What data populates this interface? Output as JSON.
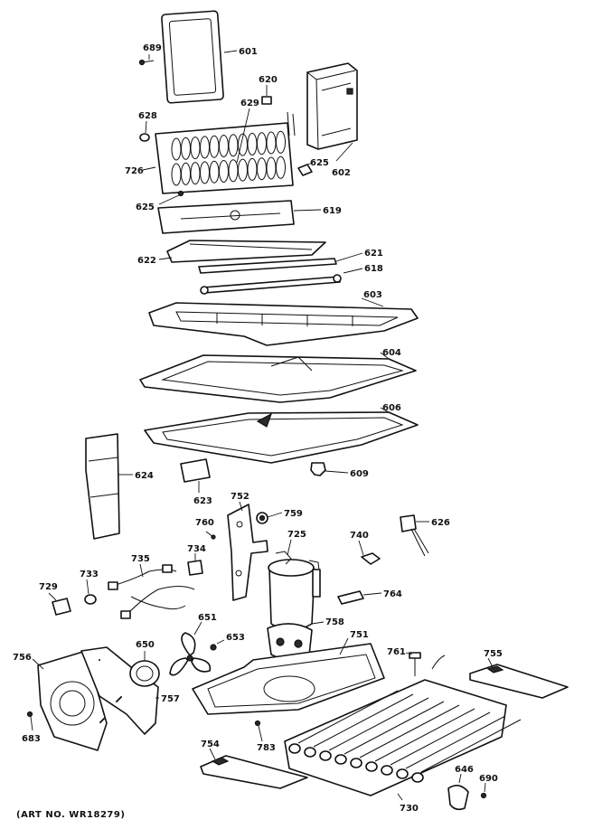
{
  "art_number": "(ART NO. WR18279)",
  "labels": {
    "l601": "601",
    "l602": "602",
    "l603": "603",
    "l604": "604",
    "l606": "606",
    "l609": "609",
    "l618": "618",
    "l619": "619",
    "l620": "620",
    "l621": "621",
    "l622": "622",
    "l623": "623",
    "l624": "624",
    "l625a": "625",
    "l625b": "625",
    "l626": "626",
    "l628": "628",
    "l629": "629",
    "l646": "646",
    "l650": "650",
    "l651": "651",
    "l653": "653",
    "l683": "683",
    "l689": "689",
    "l690": "690",
    "l725": "725",
    "l726": "726",
    "l729": "729",
    "l730": "730",
    "l733": "733",
    "l734": "734",
    "l735": "735",
    "l740": "740",
    "l751": "751",
    "l752": "752",
    "l754": "754",
    "l755": "755",
    "l756": "756",
    "l757": "757",
    "l758": "758",
    "l759": "759",
    "l760": "760",
    "l761": "761",
    "l764": "764",
    "l783": "783"
  }
}
